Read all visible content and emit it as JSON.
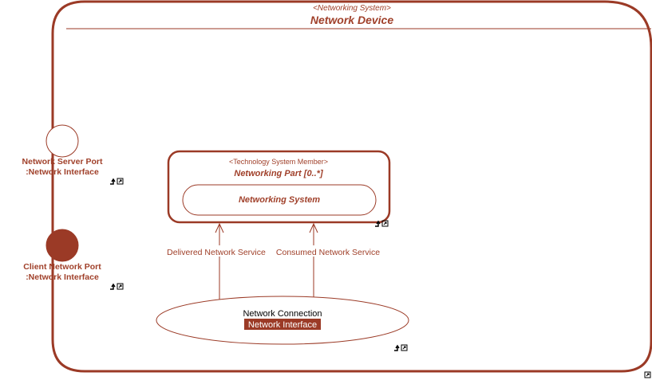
{
  "diagram": {
    "colors": {
      "stroke": "#a0402a",
      "text": "#a0402a",
      "fill_dark": "#9b3a26",
      "black": "#000000",
      "highlight_bg": "#9b3a26",
      "highlight_text": "#ffffff"
    },
    "container": {
      "stereotype": "<Networking System>",
      "title": "Network Device"
    },
    "ports": [
      {
        "name": "Network Server Port",
        "type": ":Network Interface",
        "style": "hollow"
      },
      {
        "name": "Client Network Port",
        "type": ":Network Interface",
        "style": "filled"
      }
    ],
    "part": {
      "stereotype": "<Technology System Member>",
      "title": "Networking Part [0..*]",
      "inner": "Networking System"
    },
    "connectors": [
      {
        "label": "Delivered Network Service"
      },
      {
        "label": "Consumed Network Service"
      }
    ],
    "connection": {
      "title": "Network Connection",
      "type": "Network Interface"
    },
    "icons": [
      "link-up-icon",
      "hyperlink-icon"
    ]
  }
}
